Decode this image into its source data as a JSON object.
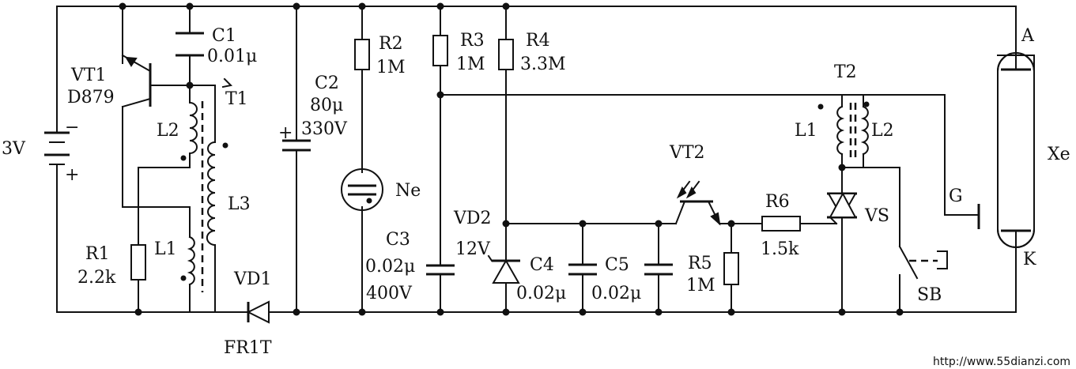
{
  "labels": {
    "vt1": "VT1",
    "d879": "D879",
    "c1": "C1",
    "c1_val": "0.01μ",
    "t1": "T1",
    "l2_left": "L2",
    "l3": "L3",
    "l1_left": "L1",
    "r1": "R1",
    "r1_val": "2.2k",
    "v3": "3V",
    "minus": "−",
    "plus": "+",
    "vd1": "VD1",
    "fr1t": "FR1T",
    "c2": "C2",
    "c2_val": "80μ",
    "c2_volt": "330V",
    "c2_plus": "+",
    "r2": "R2",
    "r2_val": "1M",
    "ne": "Ne",
    "r3": "R3",
    "r3_val": "1M",
    "r4": "R4",
    "r4_val": "3.3M",
    "c3": "C3",
    "c3_val": "0.02μ",
    "c3_volt": "400V",
    "vd2": "VD2",
    "vd2_val": "12V",
    "c4": "C4",
    "c4_val": "0.02μ",
    "c5": "C5",
    "c5_val": "0.02μ",
    "vt2": "VT2",
    "r5": "R5",
    "r5_val": "1M",
    "r6": "R6",
    "r6_val": "1.5k",
    "t2": "T2",
    "l1_right": "L1",
    "l2_right": "L2",
    "vs": "VS",
    "sb": "SB",
    "g": "G",
    "a": "A",
    "k": "K",
    "xe": "Xe"
  },
  "watermark": "http://www.55dianzi.com"
}
